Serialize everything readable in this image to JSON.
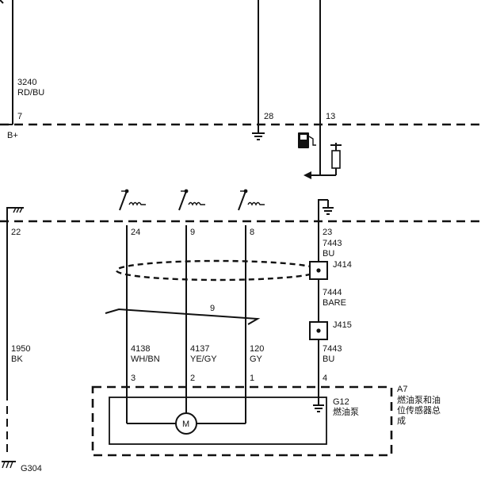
{
  "colors": {
    "line": "#111111",
    "background": "#ffffff"
  },
  "top": {
    "b_plus": {
      "circuit": "3240",
      "color": "RD/BU",
      "pin": "7",
      "label": "B+"
    },
    "ground_pin": "28",
    "sensor_pin": "13"
  },
  "mid": {
    "pin_22": "22",
    "pin_24": "24",
    "pin_9": "9",
    "pin_8": "8",
    "pin_23": "23"
  },
  "wires": {
    "w7443_top": {
      "circuit": "7443",
      "color": "BU"
    },
    "w7444": {
      "circuit": "7444",
      "color": "BARE"
    },
    "w7443_bot": {
      "circuit": "7443",
      "color": "BU"
    },
    "w1950": {
      "circuit": "1950",
      "color": "BK"
    },
    "w4138": {
      "circuit": "4138",
      "color": "WH/BN"
    },
    "w4137": {
      "circuit": "4137",
      "color": "YE/GY"
    },
    "w120": {
      "circuit": "120",
      "color": "GY"
    },
    "twist_count": "9"
  },
  "splices": {
    "upper": "J414",
    "lower": "J415"
  },
  "module": {
    "pins": [
      "3",
      "2",
      "1",
      "4"
    ],
    "ref": "A7",
    "name_lines": [
      "燃油泵和油",
      "位传感器总",
      "成"
    ],
    "pump_ref": "G12",
    "pump_name": "燃油泵",
    "motor_letter": "M"
  },
  "ground_label": "G304",
  "icons": [
    "fuel-pump-icon",
    "ground-icon",
    "resistor-icon",
    "motor-icon",
    "splice-icon",
    "switch-icon"
  ]
}
